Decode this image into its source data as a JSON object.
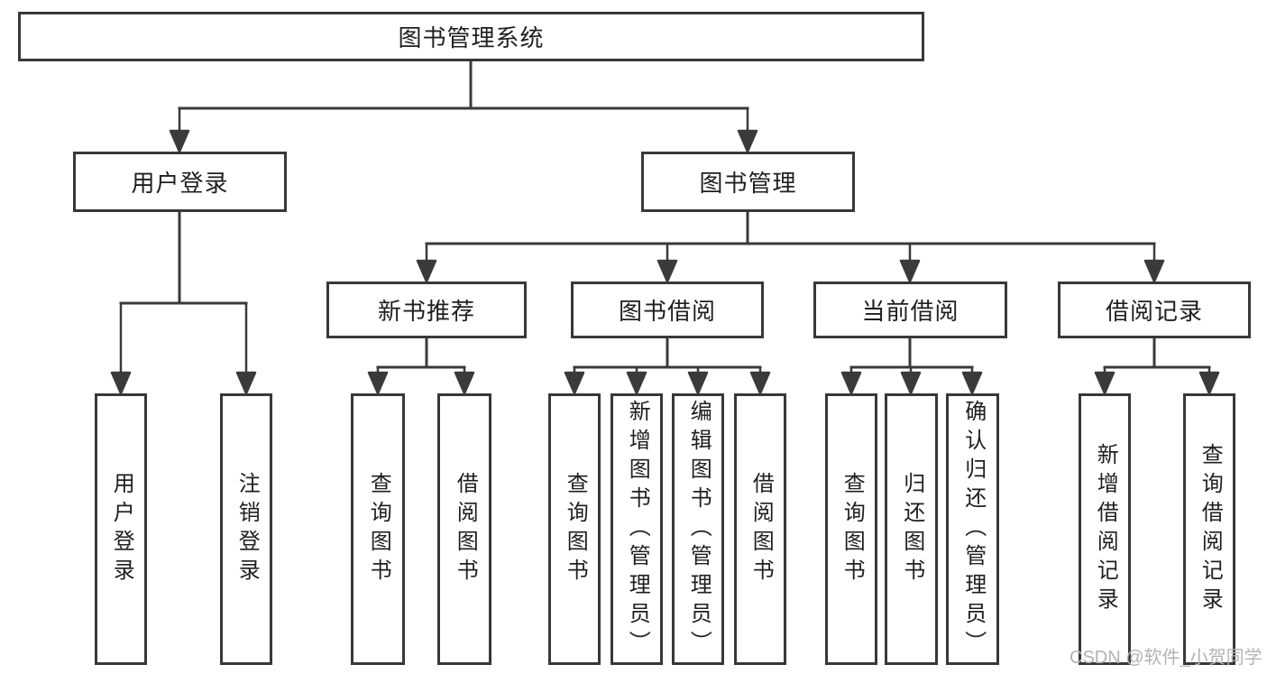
{
  "diagram": {
    "type": "hierarchy-tree",
    "tree": {
      "root": "图书管理系统",
      "children": [
        {
          "label": "用户登录",
          "children": [
            {
              "label": "用户登录"
            },
            {
              "label": "注销登录"
            }
          ]
        },
        {
          "label": "图书管理",
          "children": [
            {
              "label": "新书推荐",
              "children": [
                {
                  "label": "查询图书"
                },
                {
                  "label": "借阅图书"
                }
              ]
            },
            {
              "label": "图书借阅",
              "children": [
                {
                  "label": "查询图书"
                },
                {
                  "label": "新增图书（管理员）"
                },
                {
                  "label": "编辑图书（管理员）"
                },
                {
                  "label": "借阅图书"
                }
              ]
            },
            {
              "label": "当前借阅",
              "children": [
                {
                  "label": "查询图书"
                },
                {
                  "label": "归还图书"
                },
                {
                  "label": "确认归还（管理员）"
                }
              ]
            },
            {
              "label": "借阅记录",
              "children": [
                {
                  "label": "新增借阅记录"
                },
                {
                  "label": "查询借阅记录"
                }
              ]
            }
          ]
        }
      ]
    },
    "colors": {
      "line": "#3a3a3a",
      "box_border": "#383838",
      "text": "#1f1f1f",
      "background": "#ffffff",
      "watermark": "#b3b3b3"
    }
  },
  "watermark": {
    "text": "CSDN @软件_小贺同学"
  }
}
